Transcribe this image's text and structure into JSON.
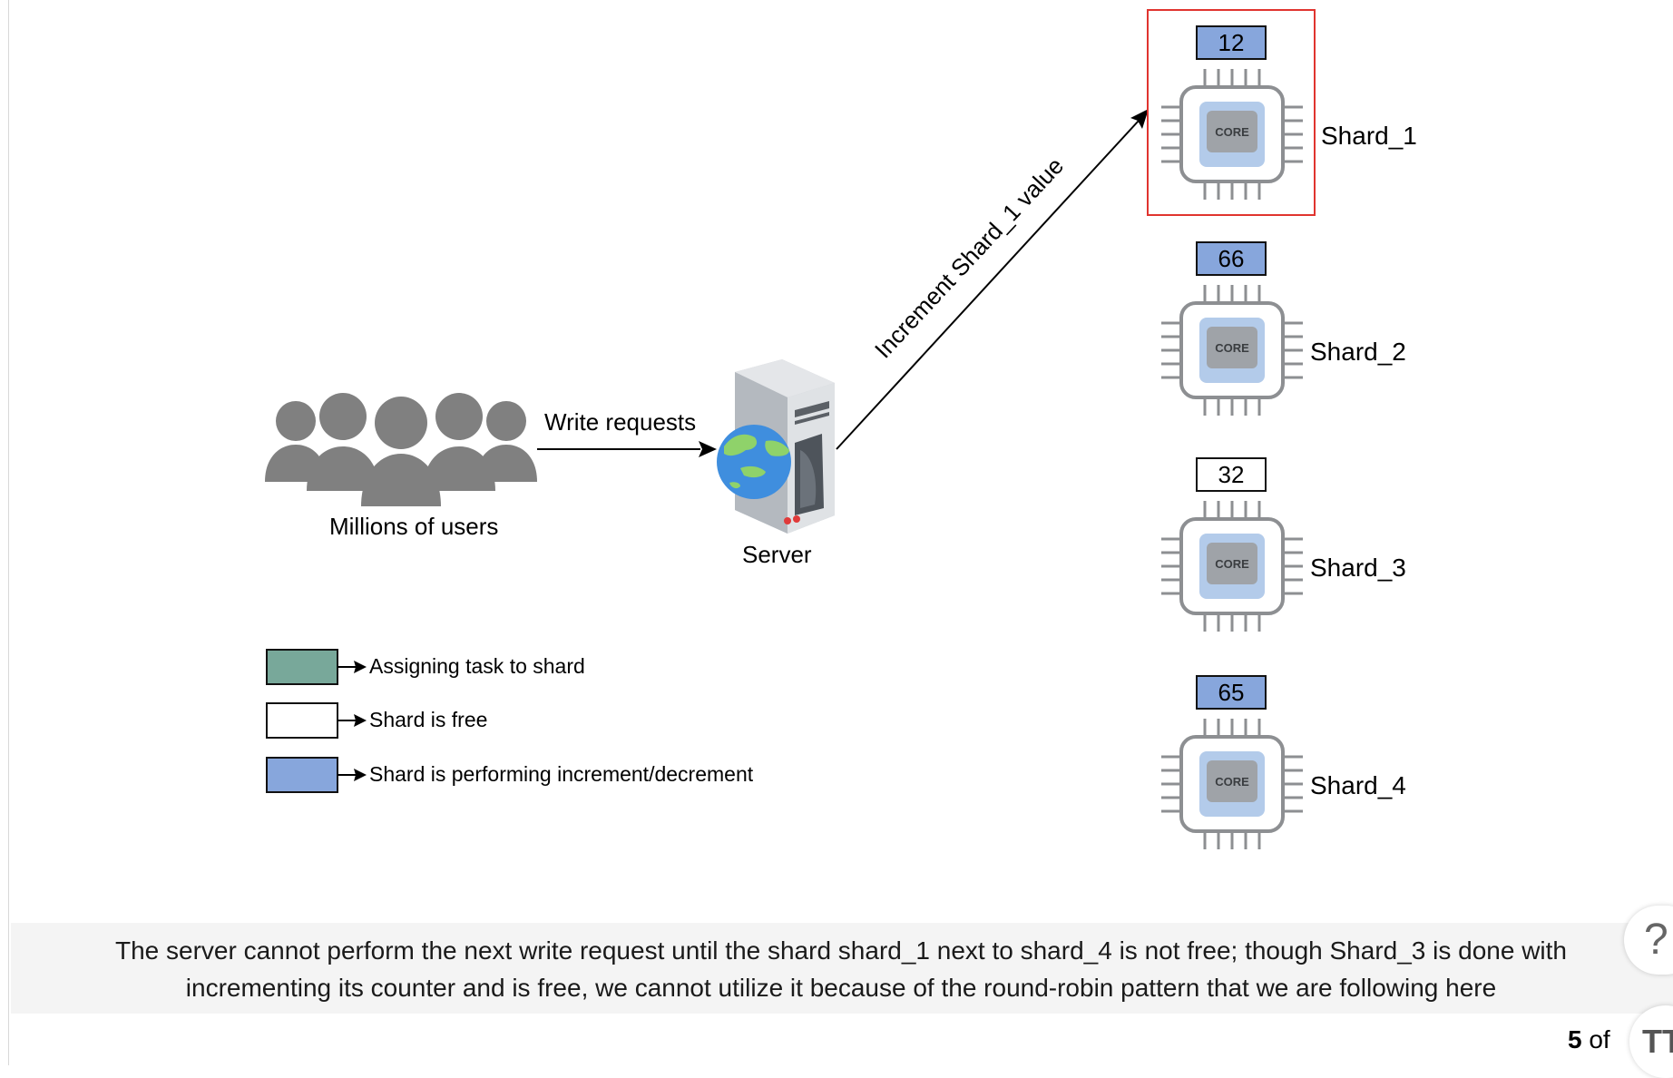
{
  "users": {
    "label": "Millions of users"
  },
  "edges": {
    "write_requests": "Write requests",
    "increment": "Increment Shard_1 value"
  },
  "server": {
    "label": "Server"
  },
  "shards": [
    {
      "name": "Shard_1",
      "value": "12",
      "state": "performing",
      "highlighted": true
    },
    {
      "name": "Shard_2",
      "value": "66",
      "state": "performing",
      "highlighted": false
    },
    {
      "name": "Shard_3",
      "value": "32",
      "state": "free",
      "highlighted": false
    },
    {
      "name": "Shard_4",
      "value": "65",
      "state": "performing",
      "highlighted": false
    }
  ],
  "chip_label": "CORE",
  "legend": [
    {
      "color": "#78a89a",
      "text": "Assigning task to shard"
    },
    {
      "color": "#ffffff",
      "text": "Shard is free"
    },
    {
      "color": "#87a6dc",
      "text": "Shard is performing increment/decrement"
    }
  ],
  "colors": {
    "performing": "#87a6dc",
    "free": "#ffffff",
    "highlight": "#e0342f"
  },
  "caption": "The server cannot perform the next write request until the shard shard_1 next to shard_4 is not free; though Shard_3 is done with incrementing its counter and is free, we cannot utilize it because of the round-robin pattern that we are following here",
  "help_icon": "question-mark-icon",
  "pager": {
    "current": "5",
    "of": "of"
  },
  "font_icon": "text-size-icon"
}
